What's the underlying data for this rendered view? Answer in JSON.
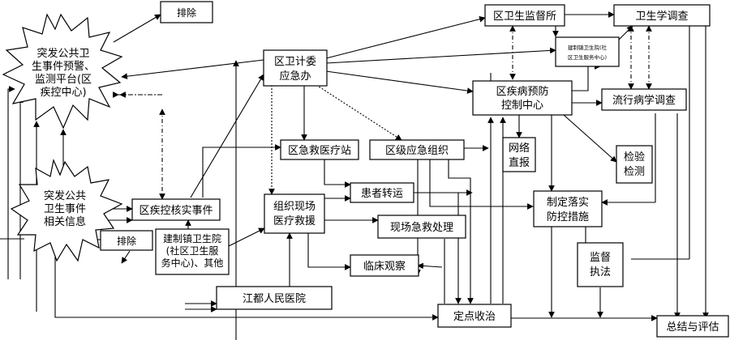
{
  "nodes": {
    "warning_platform": [
      "突发公共卫",
      "生事件预警、",
      "监测平台(区",
      "疾控中心)"
    ],
    "public_info": [
      "突发公共",
      "卫生事件",
      "相关信息"
    ],
    "exclude_top": "排除",
    "exclude_left": "排除",
    "health_commission": [
      "区卫计委",
      "应急办"
    ],
    "supervision_office": "区卫生监督所",
    "hygiene_survey": "卫生学调查",
    "town_center_small": [
      "建制镇卫生院(社",
      "区卫生服务中心)"
    ],
    "cdc": [
      "区疾病预防",
      "控制中心"
    ],
    "epidemiology": "流行病学调查",
    "network_report": [
      "网络",
      "直报"
    ],
    "testing": [
      "检验",
      "检测"
    ],
    "emergency_station": "区急救医疗站",
    "district_emergency_org": "区级应急组织",
    "verify_event": "区疾控核实事件",
    "organize_rescue": [
      "组织现场",
      "医疗救援"
    ],
    "patient_transfer": "患者转运",
    "onsite_treatment": "现场急救处理",
    "clinical_observation": "临床观察",
    "control_measures": [
      "制定落实",
      "防控措施"
    ],
    "supervision_enforce": [
      "监督",
      "执法"
    ],
    "town_hospital": [
      "建制镇卫生院",
      "(社区卫生服",
      "务中心)、其他"
    ],
    "jiangdu_hospital": "江都人民医院",
    "designated_treatment": "定点收治",
    "summary": "总结与评估"
  }
}
